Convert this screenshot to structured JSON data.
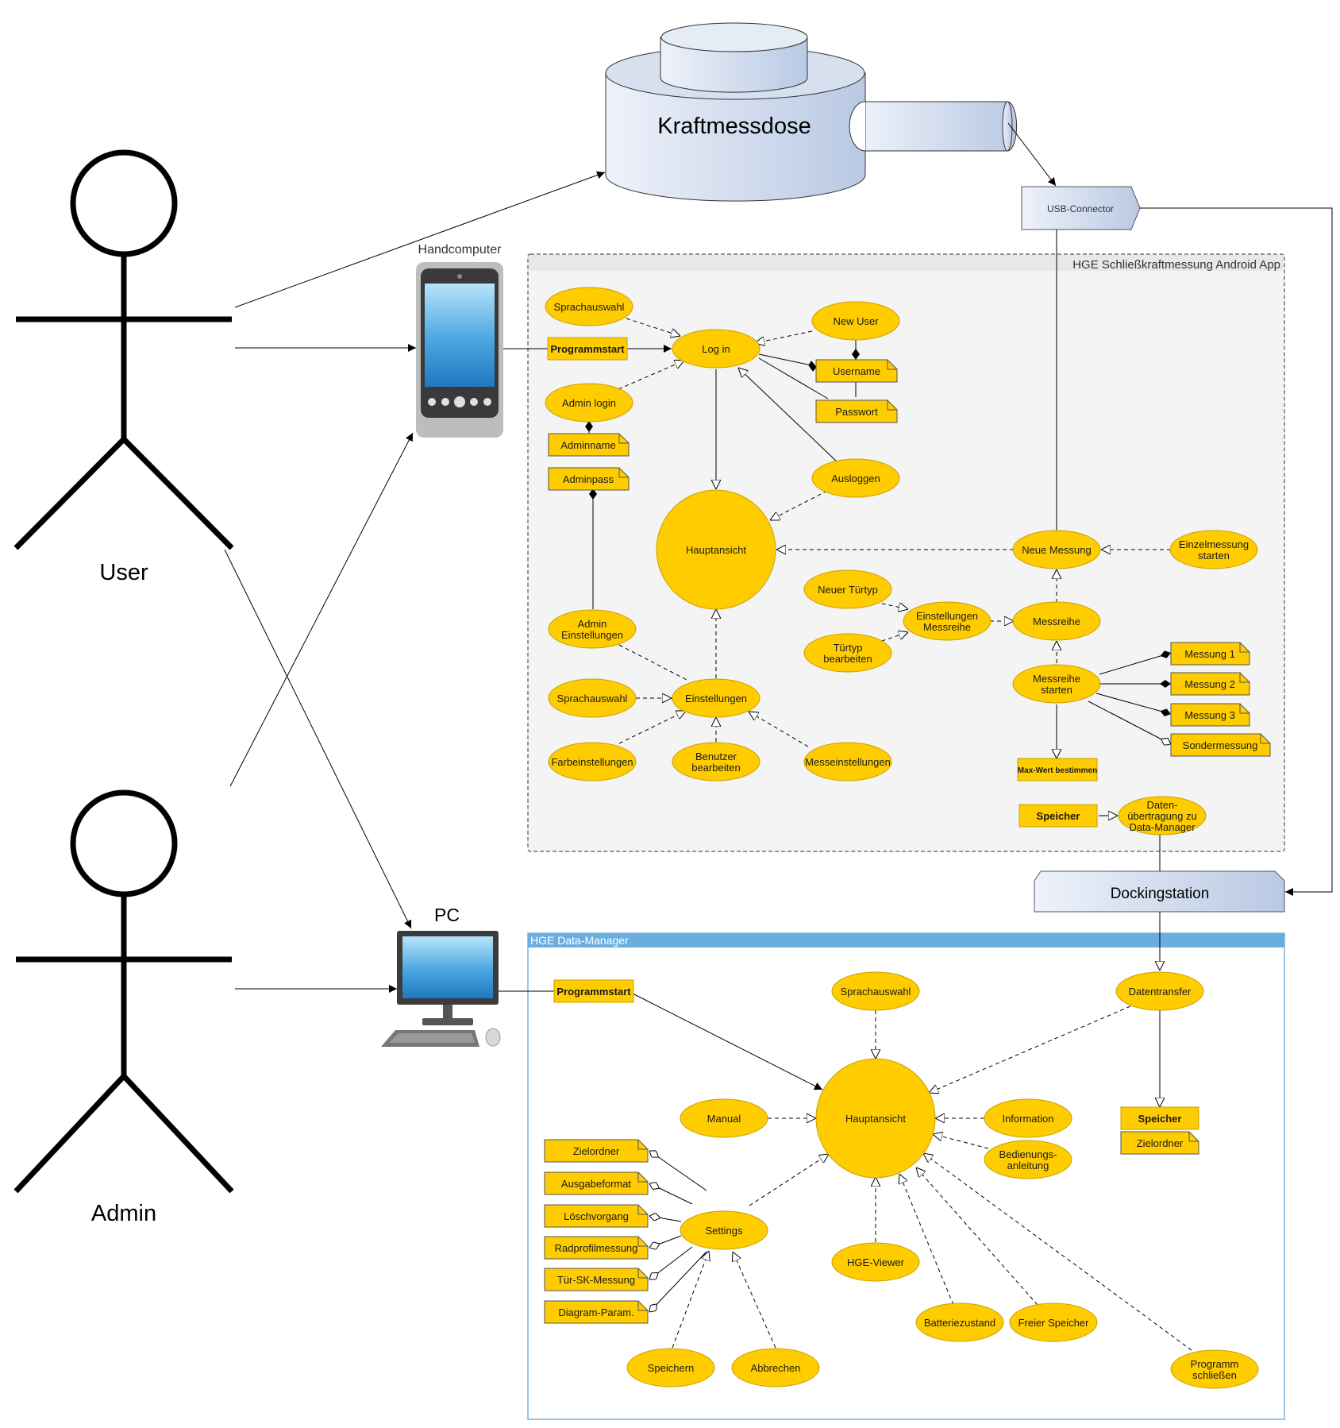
{
  "actors": {
    "user": "User",
    "admin": "Admin"
  },
  "devices": {
    "handcomputer": "Handcomputer",
    "pc": "PC"
  },
  "hardware": {
    "kraftmessdose": "Kraftmessdose",
    "usb": "USB-Connector",
    "docking": "Dockingstation"
  },
  "app": {
    "title": "HGE Schließkraftmessung Android App",
    "programmstart": "Programmstart",
    "sprachauswahl1": "Sprachauswahl",
    "login": "Log in",
    "newuser": "New User",
    "username": "Username",
    "passwort": "Passwort",
    "adminlogin": "Admin login",
    "adminname": "Adminname",
    "adminpass": "Adminpass",
    "hauptansicht": "Hauptansicht",
    "ausloggen": "Ausloggen",
    "neuemessung": "Neue Messung",
    "einzelmessung": "Einzelmessung starten",
    "neuertuertyp": "Neuer Türtyp",
    "tuertyp": "Türtyp bearbeiten",
    "einstmessreihe": "Einstellungen Messreihe",
    "messreihe": "Messreihe",
    "adminein": "Admin Einstellungen",
    "messreihestarten": "Messreihe starten",
    "messung1": "Messung 1",
    "messung2": "Messung 2",
    "messung3": "Messung 3",
    "sondermessung": "Sondermessung",
    "sprachauswahl2": "Sprachauswahl",
    "einstellungen": "Einstellungen",
    "farbe": "Farbeinstellungen",
    "benutzer": "Benutzer bearbeiten",
    "messeinst": "Messeinstellungen",
    "maxwert": "Max-Wert bestimmen",
    "speicher": "Speicher",
    "datenuebertragung": "Daten- übertragung zu Data-Manager"
  },
  "dm": {
    "title": "HGE Data-Manager",
    "programmstart": "Programmstart",
    "sprachauswahl": "Sprachauswahl",
    "datentransfer": "Datentransfer",
    "hauptansicht": "Hauptansicht",
    "manual": "Manual",
    "information": "Information",
    "bedienung": "Bedienungs- anleitung",
    "speicher": "Speicher",
    "zielordner2": "Zielordner",
    "zielordner": "Zielordner",
    "ausgabe": "Ausgabeformat",
    "loesch": "Löschvorgang",
    "radprofil": "Radprofilmessung",
    "tuersk": "Tür-SK-Messung",
    "diagram": "Diagram-Param.",
    "settings": "Settings",
    "hgeviewer": "HGE-Viewer",
    "speichern": "Speichern",
    "abbrechen": "Abbrechen",
    "batterie": "Batteriezustand",
    "freierspeicher": "Freier Speicher",
    "programmschliessen": "Programm schließen"
  },
  "colors": {
    "usecase": "#FFCC00",
    "usecase_stroke": "#C8A000",
    "app_frame_fill": "#F4F4F4",
    "dm_header": "#6AAEE0",
    "hardware_fill_light": "#EEF2FA",
    "hardware_fill_dark": "#B9C9E3"
  },
  "icons": {
    "handcomputer": "smartphone-icon",
    "pc": "desktop-computer-icon"
  }
}
